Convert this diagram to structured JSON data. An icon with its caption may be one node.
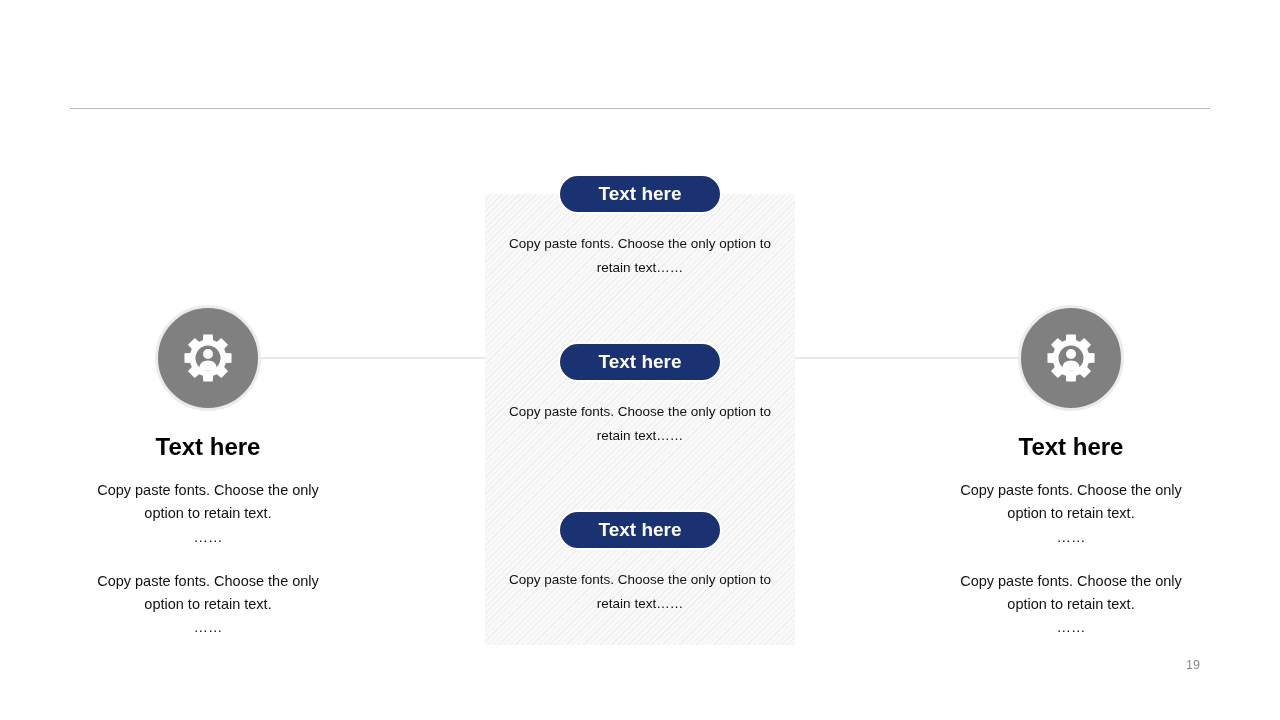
{
  "diagram": {
    "nodes": [
      {
        "text": [],
        "shape": "circle",
        "beside": [
          "Text here",
          "Copy paste fonts. Choose the only option to retain text.",
          "……",
          "Copy paste fonts. Choose the only option to retain text.",
          "……"
        ]
      },
      {
        "text": [],
        "shape": "band"
      },
      {
        "text": [
          "Text here"
        ],
        "beside": [
          "Copy paste fonts. Choose the only option to retain text……"
        ]
      },
      {
        "text": [
          "Text here"
        ],
        "in": 1,
        "beside": [
          "Copy paste fonts. Choose the only option to retain text……"
        ]
      },
      {
        "text": [
          "Text here"
        ],
        "in": 1,
        "beside": [
          "Copy paste fonts. Choose the only option to retain text……"
        ]
      },
      {
        "text": [],
        "shape": "circle",
        "beside": [
          "Text here",
          "Copy paste fonts. Choose the only option to retain text.",
          "……",
          "Copy paste fonts. Choose the only option to retain text.",
          "……"
        ]
      }
    ],
    "edges": [
      {
        "from": 0,
        "to": 1,
        "arrow": "none"
      },
      {
        "from": 1,
        "to": 5,
        "arrow": "none"
      }
    ],
    "labels": [
      "19"
    ]
  }
}
